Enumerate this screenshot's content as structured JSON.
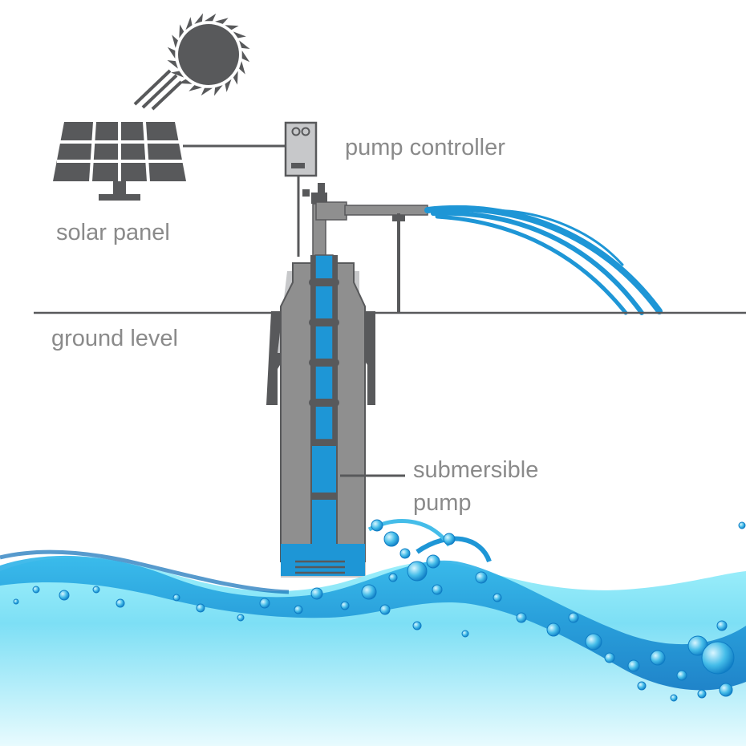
{
  "labels": {
    "solar_panel": "solar panel",
    "pump_controller": "pump controller",
    "ground_level": "ground level",
    "submersible_line1": "submersible",
    "submersible_line2": "pump"
  },
  "colors": {
    "dark_gray": "#58595b",
    "mid_gray": "#8f8f8f",
    "light_gray": "#c7c8ca",
    "label_gray": "#8a8a8a",
    "pump_blue": "#1e96d6",
    "water_light": "#7fe3f5",
    "water_deep": "#1b9fdc",
    "bubble": "#2aa9e0"
  },
  "icons": [
    "sun-icon",
    "solar-panel-icon",
    "pump-controller-icon",
    "water-spray-icon",
    "submersible-pump-icon",
    "water-waves-icon"
  ]
}
